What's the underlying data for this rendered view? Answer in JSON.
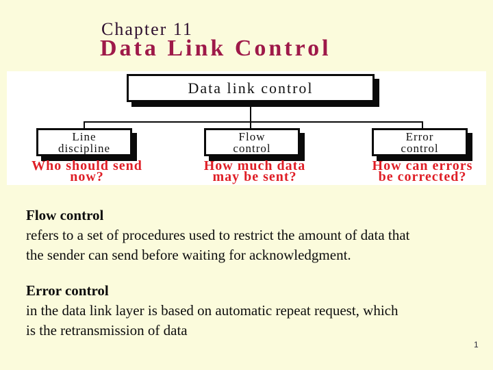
{
  "slide": {
    "chapter": "Chapter 11",
    "title": "Data Link Control",
    "page_number": "1"
  },
  "diagram": {
    "root_label": "Data link control",
    "children": [
      {
        "label_line1": "Line",
        "label_line2": "discipline",
        "question_line1": "Who should send",
        "question_line2": "now?"
      },
      {
        "label_line1": "Flow",
        "label_line2": "control",
        "question_line1": "How much data",
        "question_line2": "may be sent?"
      },
      {
        "label_line1": "Error",
        "label_line2": "control",
        "question_line1": "How can errors",
        "question_line2": "be corrected?"
      }
    ]
  },
  "body": {
    "paragraphs": [
      {
        "heading": "Flow control",
        "line1": "refers to a set of procedures used to restrict the amount of data that",
        "line2": "the sender can send before waiting for acknowledgment."
      },
      {
        "heading": "Error control",
        "line1": "in the data link layer is based on automatic repeat request, which",
        "line2": "is the retransmission of data"
      }
    ]
  },
  "colors": {
    "background": "#fbfbdc",
    "title": "#9e1949",
    "chapter_text": "#2d0f2f",
    "question_red": "#df1e26",
    "panel": "#ffffff",
    "box_border": "#0a0a0a"
  }
}
